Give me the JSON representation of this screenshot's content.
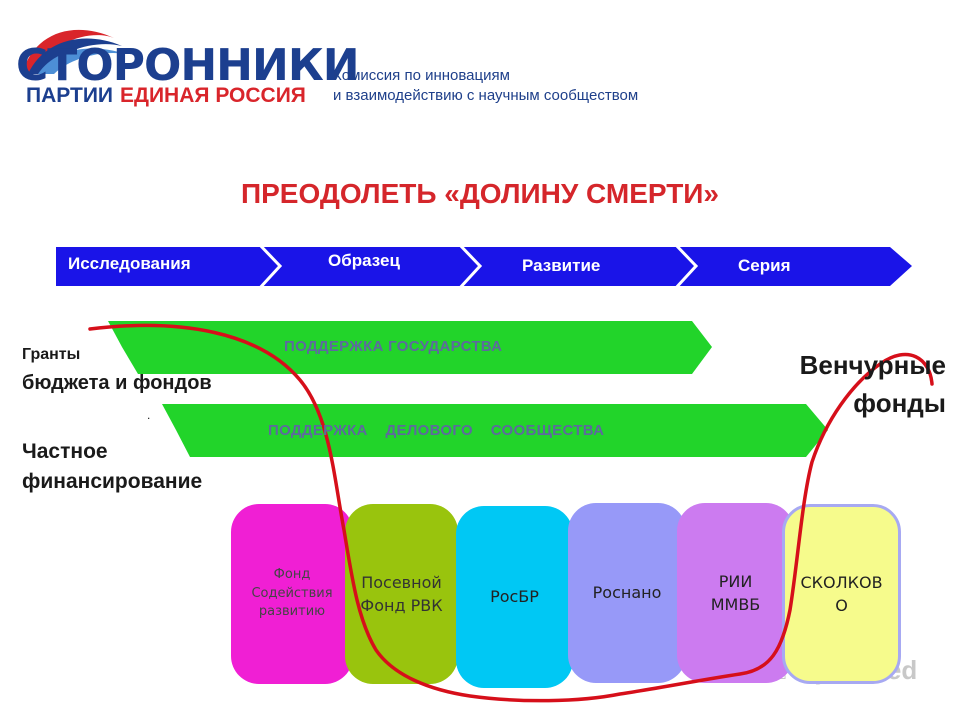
{
  "header": {
    "logo_word": "СТОРОННИКИ",
    "logo_party": "ПАРТИИ",
    "logo_name": "ЕДИНАЯ РОССИЯ",
    "commission_line1": "Комиссия по инновациям",
    "commission_line2": "и взаимодействию с научным сообществом"
  },
  "title": "ПРЕОДОЛЕТЬ «ДОЛИНУ СМЕРТИ»",
  "stages": [
    "Исследования",
    "Образец",
    "Развитие",
    "Серия"
  ],
  "bands": {
    "state": "ПОДДЕРЖКА  ГОСУДАРСТВА",
    "business": "ПОДДЕРЖКА    ДЕЛОВОГО    СООБЩЕСТВА"
  },
  "left_labels": {
    "grants_line1": "Гранты",
    "grants_line2": "бюджета и фондов",
    "dot": ".",
    "private_line1": "Частное",
    "private_line2": "финансирование"
  },
  "venture": "Венчурные\nфонды",
  "funds": [
    {
      "label": "Фонд\nСодействия\nразвитию",
      "color": "#f01fd4"
    },
    {
      "label": "Посевной\nФонд РВК",
      "color": "#99c40d"
    },
    {
      "label": "РосБР",
      "color": "#00c8f4"
    },
    {
      "label": "Роснано",
      "color": "#9799f8"
    },
    {
      "label": "РИИ\nММВБ",
      "color": "#cc7bf0"
    },
    {
      "label": "СКОЛКОВ\nО",
      "color": "#f6fb8c"
    }
  ],
  "watermark": "MyShared",
  "colors": {
    "stage_blue": "#1a14e8",
    "band_green": "#22d42a",
    "title_red": "#d5262b",
    "curve_red": "#d60f1a"
  }
}
